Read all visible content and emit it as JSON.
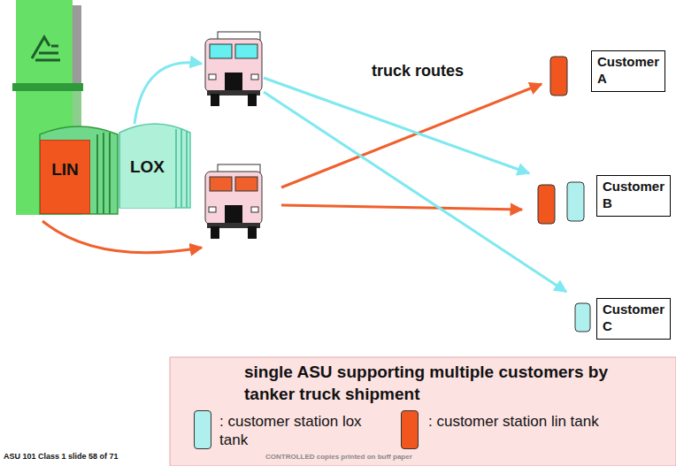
{
  "diagram": {
    "caption": "single ASU supporting multiple customers by tanker truck shipment",
    "nodes": [
      {
        "text": [
          "LIN"
        ]
      },
      {
        "text": [
          "LOX"
        ]
      },
      {
        "text": [
          "Customer A"
        ]
      },
      {
        "text": [
          "Customer B"
        ]
      },
      {
        "text": [
          "Customer C"
        ]
      }
    ],
    "labels": [
      "truck routes",
      "ASU 101 Class 1 slide 58 of 71",
      "CONTROLLED copies printed on buff paper"
    ],
    "legend": [
      {
        "text": ": customer station lox tank",
        "color": "#aff0ee"
      },
      {
        "text": ": customer station lin tank",
        "color": "#f0561e"
      }
    ]
  }
}
